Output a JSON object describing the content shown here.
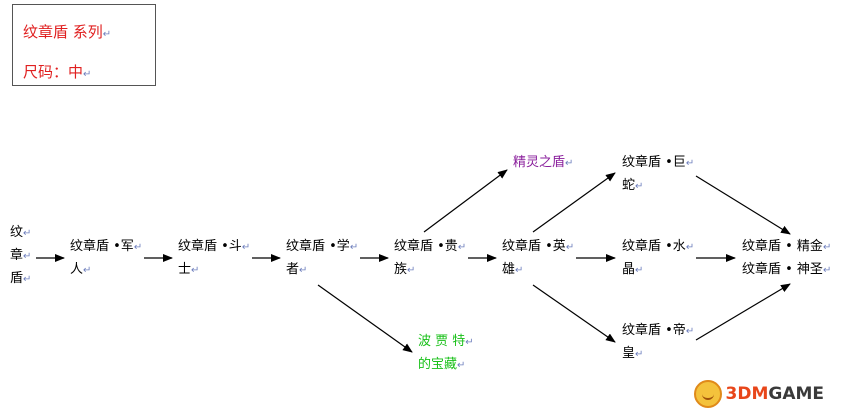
{
  "legend": {
    "series_label": "纹章盾  系列",
    "size_label": "尺码：中"
  },
  "paragraph_mark": "↵",
  "colors": {
    "legend_text": "#e02020",
    "default_node": "#000000",
    "purple_node": "#8a1f9c",
    "green_node": "#18c018",
    "arrow": "#000000"
  },
  "nodes": [
    {
      "id": "n0",
      "lines": [
        "纹",
        "章",
        "盾"
      ],
      "color": "default_node"
    },
    {
      "id": "n1",
      "lines": [
        "纹章盾 •军",
        "人"
      ],
      "color": "default_node"
    },
    {
      "id": "n2",
      "lines": [
        "纹章盾 •斗",
        "士"
      ],
      "color": "default_node"
    },
    {
      "id": "n3",
      "lines": [
        "纹章盾 •学",
        "者"
      ],
      "color": "default_node"
    },
    {
      "id": "n4",
      "lines": [
        "纹章盾 •贵",
        "族"
      ],
      "color": "default_node"
    },
    {
      "id": "n5",
      "lines": [
        "纹章盾 •英",
        "雄"
      ],
      "color": "default_node"
    },
    {
      "id": "n6",
      "lines": [
        "精灵之盾"
      ],
      "color": "purple_node"
    },
    {
      "id": "n7",
      "lines": [
        "波 贾 特",
        "的宝藏"
      ],
      "color": "green_node"
    },
    {
      "id": "n8",
      "lines": [
        "纹章盾 •巨",
        "蛇"
      ],
      "color": "default_node"
    },
    {
      "id": "n9",
      "lines": [
        "纹章盾 •水",
        "晶"
      ],
      "color": "default_node"
    },
    {
      "id": "n10",
      "lines": [
        "纹章盾 •帝",
        "皇"
      ],
      "color": "default_node"
    },
    {
      "id": "n11",
      "lines": [
        "纹章盾 • 精金",
        "纹章盾 • 神圣"
      ],
      "color": "default_node"
    }
  ],
  "edges": [
    [
      "n0",
      "n1"
    ],
    [
      "n1",
      "n2"
    ],
    [
      "n2",
      "n3"
    ],
    [
      "n3",
      "n4"
    ],
    [
      "n4",
      "n5"
    ],
    [
      "n4",
      "n6"
    ],
    [
      "n3",
      "n7"
    ],
    [
      "n5",
      "n8"
    ],
    [
      "n5",
      "n9"
    ],
    [
      "n5",
      "n10"
    ],
    [
      "n8",
      "n11"
    ],
    [
      "n9",
      "n11"
    ],
    [
      "n10",
      "n11"
    ]
  ],
  "watermark": {
    "text": "3DMGAME",
    "color_3dm": "#e8461a",
    "color_game": "#3a3a3a"
  }
}
